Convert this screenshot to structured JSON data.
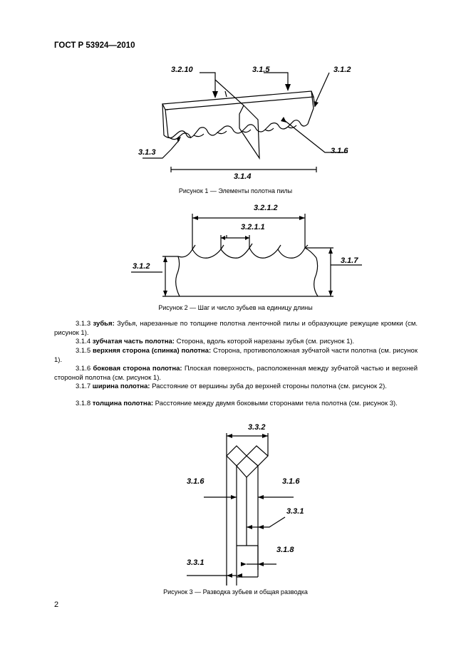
{
  "header": {
    "doc_id": "ГОСТ Р 53924—2010"
  },
  "figure1": {
    "labels": {
      "a": "3.2.10",
      "b": "3.1.5",
      "c": "3.1.2",
      "d": "3.1.3",
      "e": "3.1.6",
      "f": "3.1.4"
    },
    "caption": "Рисунок 1 — Элементы полотна пилы"
  },
  "figure2": {
    "labels": {
      "a": "3.2.1.2",
      "b": "3.2.1.1",
      "c": "3.1.2",
      "d": "3.1.7"
    },
    "caption": "Рисунок 2 — Шаг и число зубьев на единицу длины"
  },
  "definitions": [
    {
      "num": "3.1.3",
      "term": "зубья:",
      "text": " Зубья, нарезанные по толщине полотна ленточной пилы и образующие режущие кромки (см. рисунок 1)."
    },
    {
      "num": "3.1.4",
      "term": "зубчатая часть полотна:",
      "text": " Сторона, вдоль которой нарезаны зубья (см. рисунок 1)."
    },
    {
      "num": "3.1.5",
      "term": "верхняя сторона (спинка) полотна:",
      "text": " Сторона, противоположная зубчатой части полотна (см. рисунок 1)."
    },
    {
      "num": "3.1.6",
      "term": "боковая сторона полотна:",
      "text": " Плоская поверхность, расположенная между зубчатой частью и верхней стороной полотна (см. рисунок 1)."
    },
    {
      "num": "3.1.7",
      "term": "ширина полотна:",
      "text": " Расстояние от вершины зуба до верхней стороны полотна (см. рисунок 2)."
    },
    {
      "num": "3.1.8",
      "term": "толщина полотна:",
      "text": " Расстояние между двумя боковыми сторонами тела полотна (см. рисунок 3)."
    }
  ],
  "figure3": {
    "labels": {
      "a": "3.3.2",
      "b": "3.1.6",
      "c": "3.1.6",
      "d": "3.3.1",
      "e": "3.1.8",
      "f": "3.3.1"
    },
    "caption": "Рисунок 3 — Разводка зубьев и общая разводка"
  },
  "page_number": "2"
}
